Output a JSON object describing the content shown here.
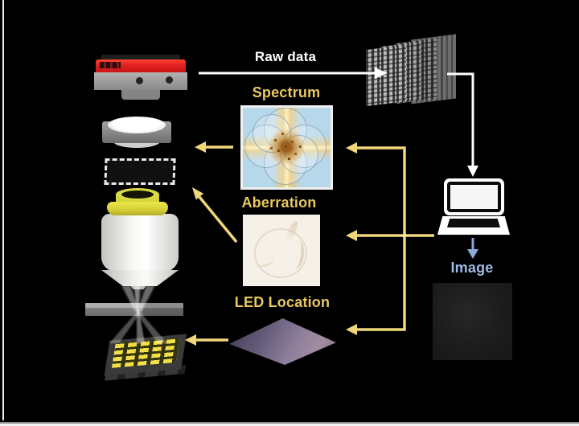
{
  "labels": {
    "raw_data": "Raw data",
    "spectrum": "Spectrum",
    "aberration": "Aberration",
    "led_location": "LED Location",
    "image": "Image"
  },
  "colors": {
    "background": "#000000",
    "label_white": "#ffffff",
    "label_gold": "#e9c95f",
    "label_blue": "#9fb9e6",
    "arrow_yellow": "#f0d87a",
    "arrow_white": "#ffffff",
    "arrow_blue": "#8aa8d8",
    "camera_red": "#e22020",
    "objective_yellow": "#d9d943",
    "led_yellow": "#f2df49",
    "diamond_purple": "#8d7e9a",
    "spectrum_blue": "#b7d7ea",
    "aberration_cream": "#f6f1e8"
  },
  "flows": [
    {
      "from": "camera",
      "label": "Raw data",
      "to": "raw-data-stack"
    },
    {
      "from": "raw-data-stack",
      "to": "computer"
    },
    {
      "from": "computer",
      "label": "Image",
      "to": "result-image"
    },
    {
      "from": "computer",
      "to": "spectrum-map"
    },
    {
      "from": "computer",
      "to": "aberration-map"
    },
    {
      "from": "computer",
      "to": "led-location-map"
    },
    {
      "from": "spectrum-map",
      "to": "tube-lens"
    },
    {
      "from": "aberration-map",
      "to": "pupil-plane"
    },
    {
      "from": "led-location-map",
      "to": "led-array"
    }
  ],
  "led_array": {
    "rows": 4,
    "cols": 5
  }
}
